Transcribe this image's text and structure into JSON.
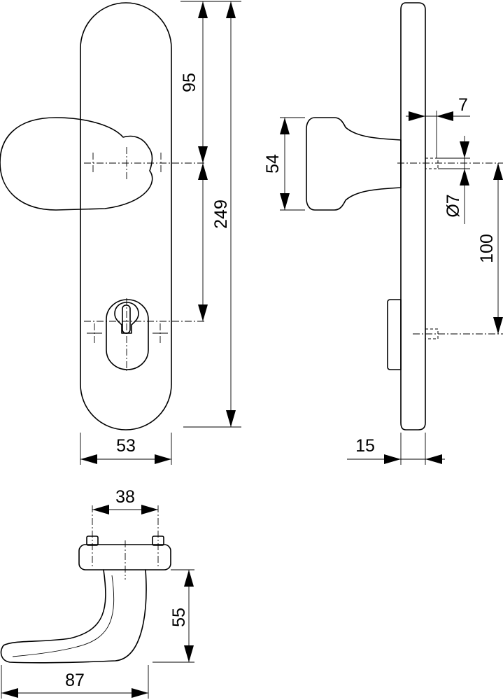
{
  "dimensions": {
    "top_to_knob_axis": "95",
    "backplate_length": "249",
    "backplate_width": "53",
    "knob_height": "54",
    "spindle_projection": "7",
    "spindle_diameter": "Ø7",
    "spindle_to_cylinder": "100",
    "plate_thickness": "15",
    "lever_rose_spacing": "38",
    "lever_projection": "55",
    "lever_length": "87"
  }
}
